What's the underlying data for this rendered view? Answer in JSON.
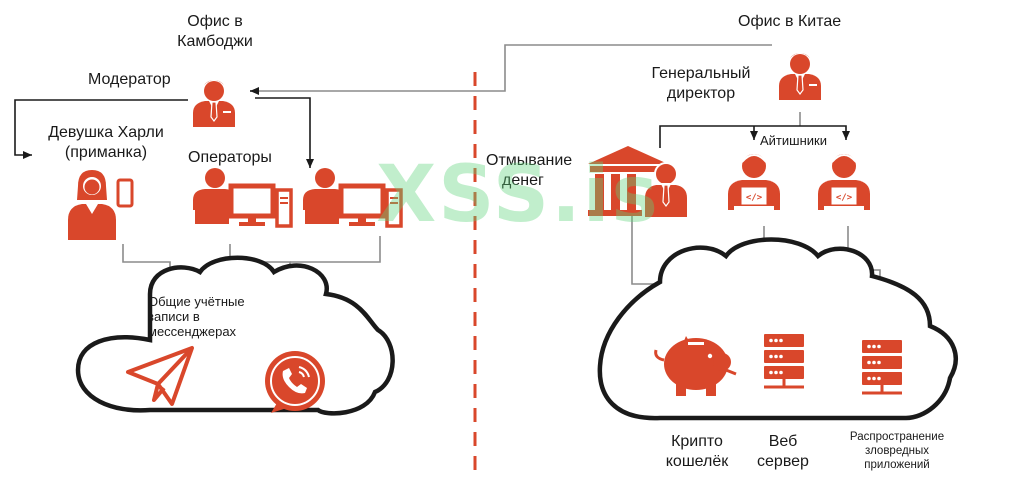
{
  "left": {
    "office_line1": "Офис в",
    "office_line2": "Камбоджи",
    "moderator": "Модератор",
    "harley_line1": "Девушка Харли",
    "harley_line2": "(приманка)",
    "operators": "Операторы",
    "cloud_line1": "Общие учётные",
    "cloud_line2": "записи в",
    "cloud_line3": "мессенджерах",
    "cloud_icons": [
      "telegram-icon",
      "viber-icon"
    ]
  },
  "right": {
    "office": "Офис в Китае",
    "director_line1": "Генеральный",
    "director_line2": "директор",
    "laundering_line1": "Отмывание",
    "laundering_line2": "денег",
    "it_staff": "Айтишники",
    "wallet_line1": "Крипто",
    "wallet_line2": "кошелёк",
    "server_line1": "Веб",
    "server_line2": "сервер",
    "malware_line1": "Распространение",
    "malware_line2": "зловредных",
    "malware_line3": "приложений"
  },
  "watermark": "XSS.is",
  "colors": {
    "accent": "#d9472b",
    "line": "#8c8c8c",
    "divider": "#d9472b",
    "watermark": "#5fd37a"
  }
}
